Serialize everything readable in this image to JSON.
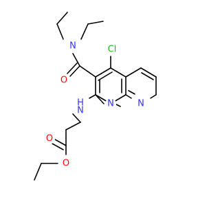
{
  "molecule": {
    "atom_labels": {
      "chlorine": "Cl",
      "amide_oxygen": "O",
      "amide_nitrogen": "N",
      "amine_nh": "H",
      "amine_n": "N",
      "ring_n1": "N",
      "ring_n2": "N",
      "ester_carbonyl_o": "O",
      "ester_ether_o": "O"
    },
    "colors": {
      "carbon_bond": "#000000",
      "nitrogen": "#3333ff",
      "oxygen": "#ff0d0d",
      "chlorine": "#1fba1f",
      "background": "#ffffff"
    }
  }
}
